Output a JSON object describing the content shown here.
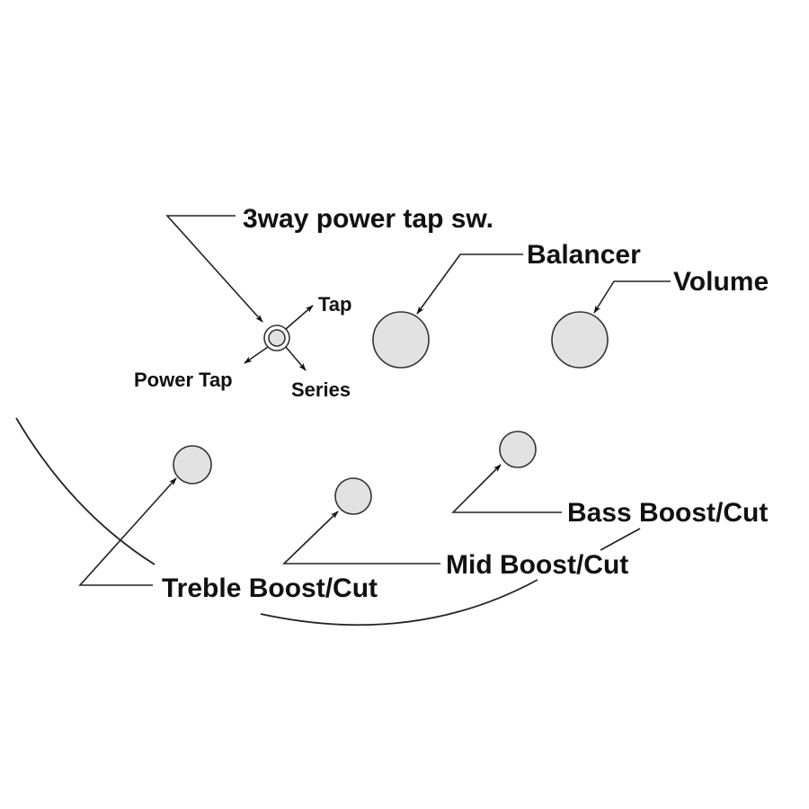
{
  "diagram": {
    "colors": {
      "background": "#ffffff",
      "ink": "#111111",
      "knob_fill": "#e2e2e2",
      "knob_stroke": "#333333"
    },
    "labels": {
      "switch": "3way power tap sw.",
      "switch_tap": "Tap",
      "switch_power_tap": "Power Tap",
      "switch_series": "Series",
      "balancer": "Balancer",
      "volume": "Volume",
      "treble": "Treble Boost/Cut",
      "mid": "Mid Boost/Cut",
      "bass": "Bass Boost/Cut"
    },
    "controls": [
      {
        "id": "switch",
        "type": "3-way toggle switch",
        "positions": [
          "Tap",
          "Power Tap",
          "Series"
        ]
      },
      {
        "id": "balancer",
        "type": "knob"
      },
      {
        "id": "volume",
        "type": "knob"
      },
      {
        "id": "treble",
        "type": "knob"
      },
      {
        "id": "mid",
        "type": "knob"
      },
      {
        "id": "bass",
        "type": "knob"
      }
    ]
  }
}
